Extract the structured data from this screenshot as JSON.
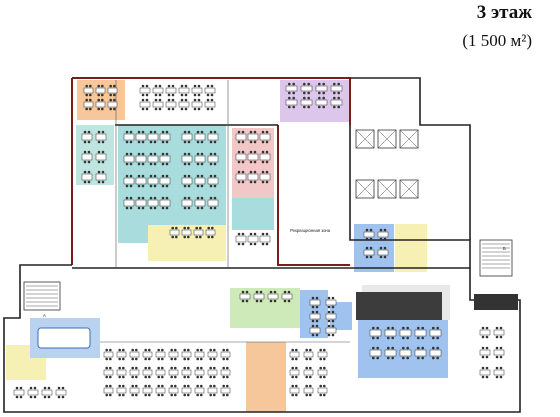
{
  "header": {
    "floor_title": "3 этаж",
    "area_label": "(1 500 м²)"
  },
  "plan": {
    "colors": {
      "open_space": "#a9dcdc",
      "meeting_pink": "#f2c7c7",
      "kitchen_purple": "#dcc6ec",
      "office_orange": "#f6c79a",
      "lounge_yellow": "#f7f0b4",
      "zone_green": "#cdeab8",
      "meeting_blue": "#9fc3ee",
      "wall": "#222222",
      "wall_red": "#7a1d1d"
    },
    "labels": {
      "recreation": "Рекреационная зона"
    },
    "stair_letters": [
      "А",
      "Б"
    ]
  }
}
